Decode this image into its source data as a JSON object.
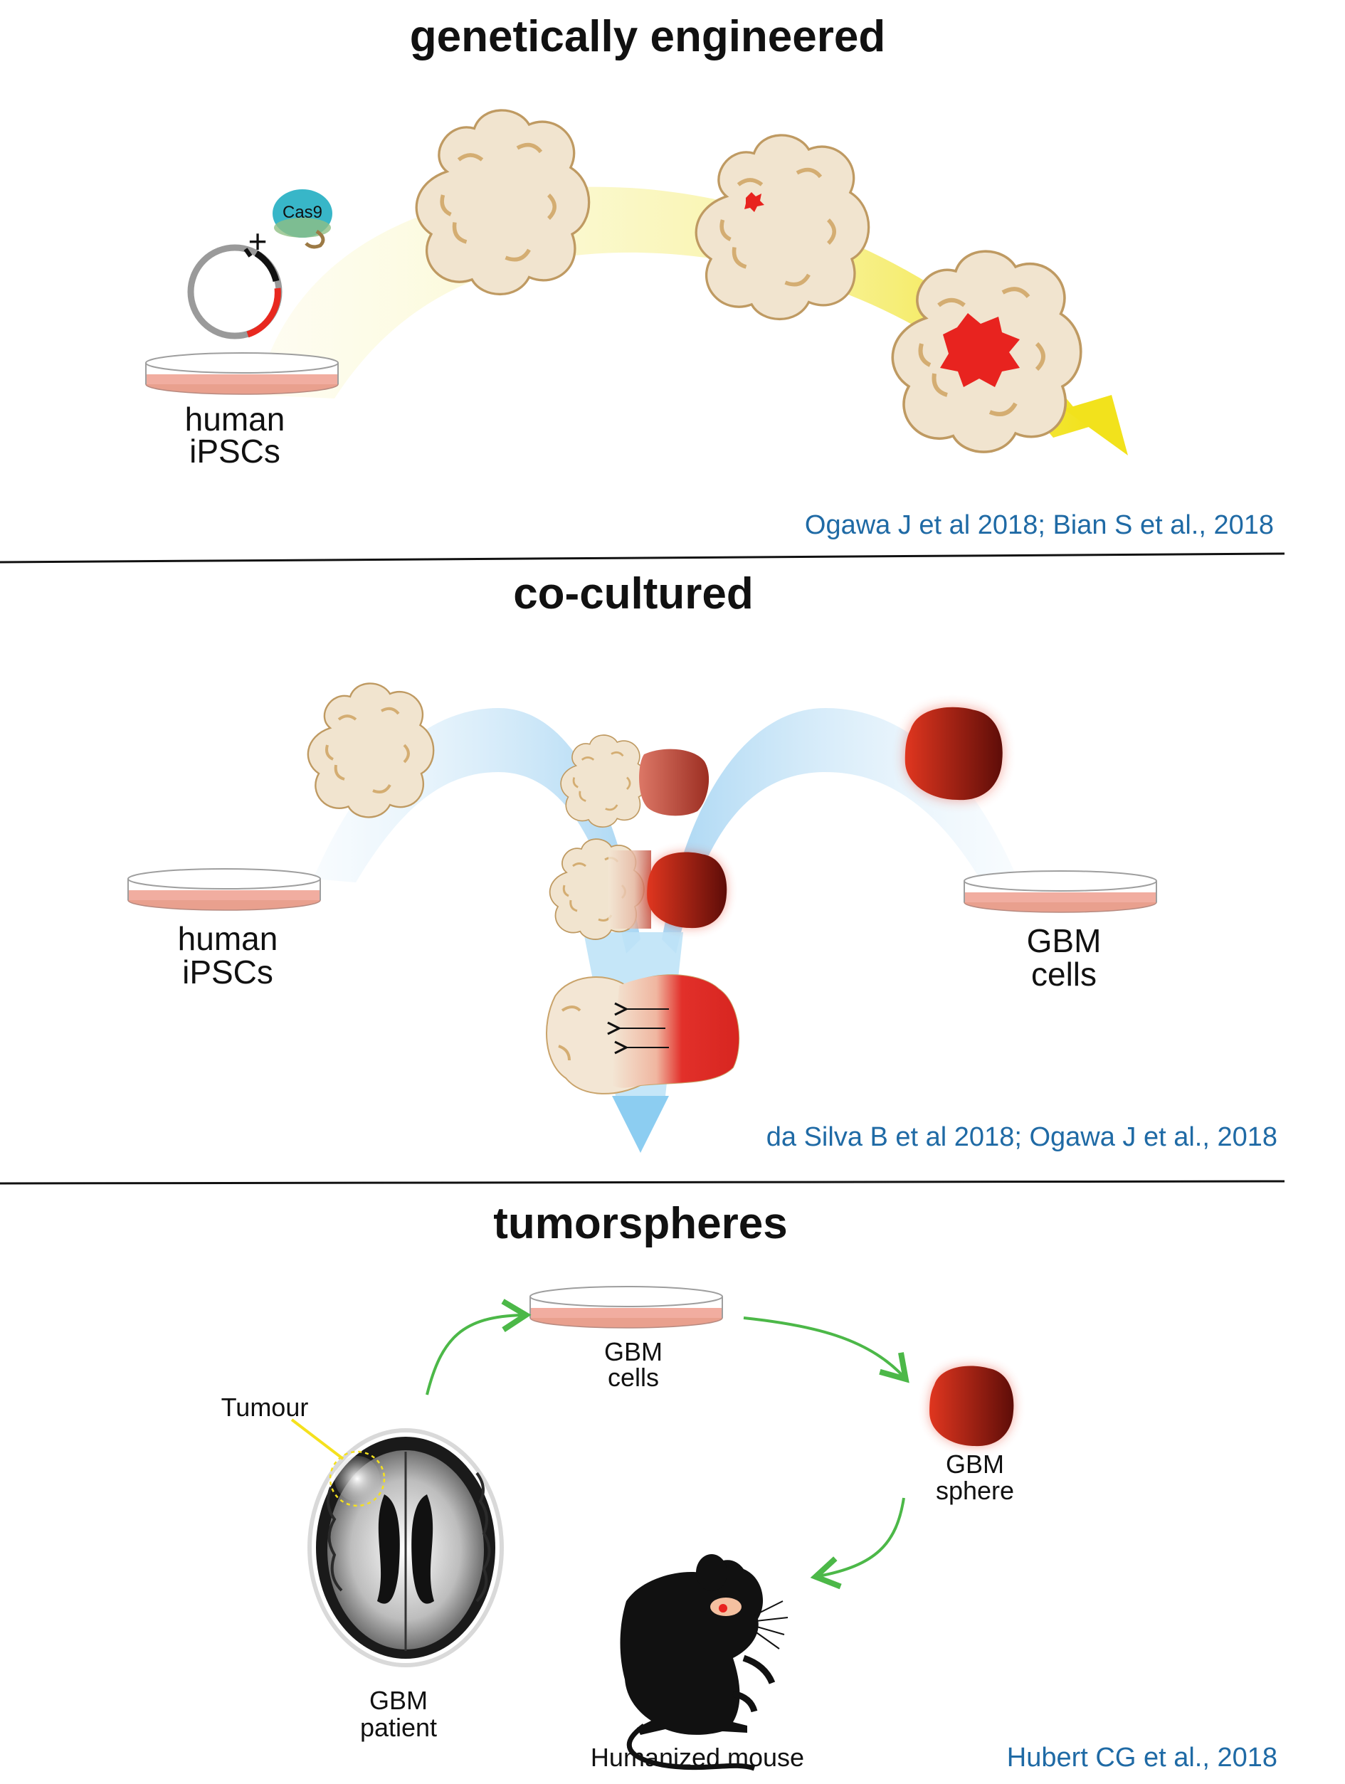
{
  "sections": [
    {
      "title": "genetically engineered",
      "labels": {
        "cas9": "Cas9",
        "plus": "+",
        "dish_line1": "human",
        "dish_line2": "iPSCs"
      },
      "reference": "Ogawa J et al 2018; Bian S et al., 2018"
    },
    {
      "title": "co-cultured",
      "labels": {
        "left_line1": "human",
        "left_line2": "iPSCs",
        "right_line1": "GBM",
        "right_line2": "cells"
      },
      "reference": "da Silva B et al 2018; Ogawa J et al., 2018"
    },
    {
      "title": "tumorspheres",
      "labels": {
        "dish_line1": "GBM",
        "dish_line2": "cells",
        "sphere_line1": "GBM",
        "sphere_line2": "sphere",
        "tumour": "Tumour",
        "patient_line1": "GBM",
        "patient_line2": "patient",
        "mouse": "Humanized mouse"
      },
      "reference": "Hubert CG et al., 2018"
    }
  ],
  "colors": {
    "organoid_fill": "#f1e4cf",
    "organoid_edge": "#c9a36a",
    "tumor_red": "#e8231f",
    "gbm_dark": "#8e1a10",
    "dish_media": "#efa08f",
    "yellow_arc": "#f2ea3c",
    "blue_arc": "#9fd0ef",
    "green_arrow": "#4cb848",
    "reference_text": "#1f6aa5"
  },
  "icons": [
    "plasmid-icon",
    "cas9-icon",
    "petri-dish-icon",
    "brain-organoid-icon",
    "gbm-sphere-icon",
    "brain-scan-icon",
    "mouse-icon"
  ]
}
